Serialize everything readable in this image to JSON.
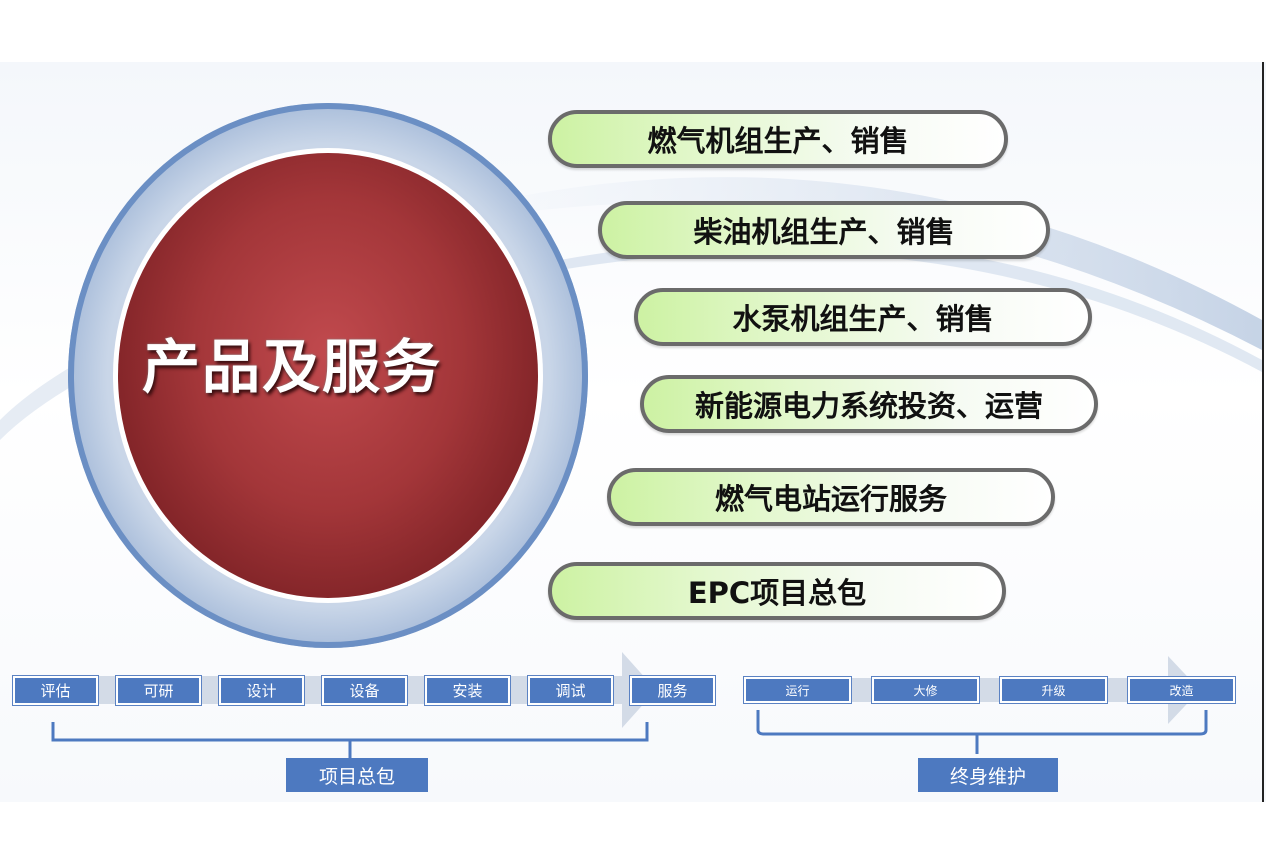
{
  "center": {
    "title": "产品及服务"
  },
  "services": [
    {
      "label": "燃气机组生产、销售"
    },
    {
      "label": "柴油机组生产、销售"
    },
    {
      "label": "水泵机组生产、销售"
    },
    {
      "label": "新能源电力系统投资、运营"
    },
    {
      "label": "燃气电站运行服务"
    },
    {
      "label": "EPC项目总包"
    }
  ],
  "project_steps": [
    "评估",
    "可研",
    "设计",
    "设备",
    "安装",
    "调试",
    "服务"
  ],
  "project_group_label": "项目总包",
  "maintenance_steps": [
    "运行",
    "大修",
    "升级",
    "改造"
  ],
  "maintenance_group_label": "终身维护",
  "colors": {
    "ring_blue": "#5a80bb",
    "core_red": "#a33639",
    "pill_green": "#cdf2a3",
    "step_blue": "#4d79c0"
  }
}
